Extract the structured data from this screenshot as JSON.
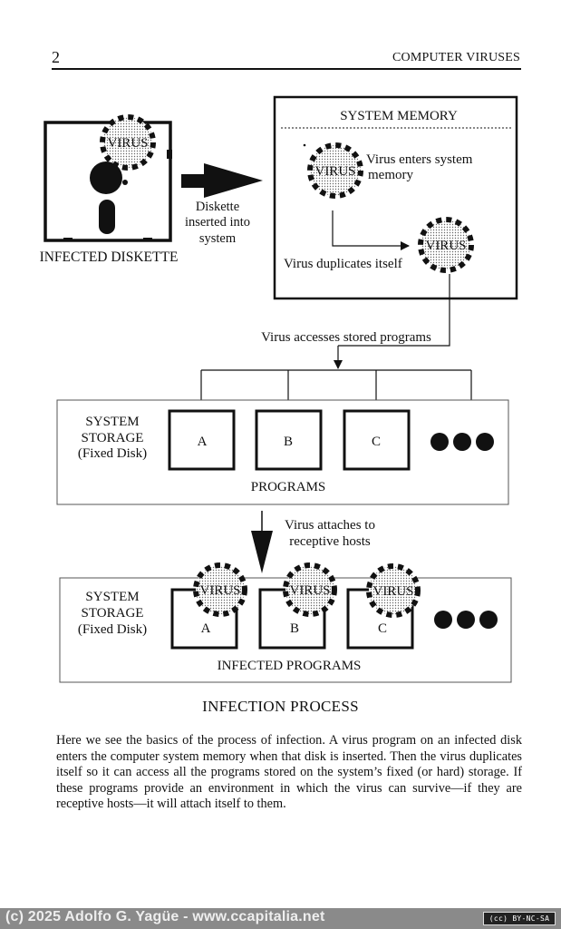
{
  "header": {
    "page_number": "2",
    "running_title": "COMPUTER VIRUSES"
  },
  "diagram": {
    "virus_label": "VIRUS",
    "diskette_label": "INFECTED DISKETTE",
    "insert_caption": [
      "Diskette",
      "inserted into",
      "system"
    ],
    "memory_title": "SYSTEM MEMORY",
    "enters_caption": [
      "Virus enters system",
      "memory"
    ],
    "duplicates_caption": "Virus duplicates itself",
    "accesses_caption": "Virus accesses stored programs",
    "storage_label": [
      "SYSTEM",
      "STORAGE",
      "(Fixed Disk)"
    ],
    "program_names": [
      "A",
      "B",
      "C"
    ],
    "programs_label": "PROGRAMS",
    "attaches_caption": [
      "Virus attaches to",
      "receptive hosts"
    ],
    "infected_programs_label": "INFECTED PROGRAMS"
  },
  "caption": "INFECTION PROCESS",
  "body": "Here we see the basics of the process of infection. A virus program on an infected disk enters the computer system memory when that disk is inserted. Then the virus duplicates itself so it can access all the programs stored on the system’s fixed (or hard) storage. If these programs provide an environment in which the virus can survive—if they are receptive hosts—it will attach itself to them.",
  "footer": {
    "credit": "(c) 2025 Adolfo G. Yagüe - www.ccapitalia.net",
    "license": "(cc) BY-NC-SA"
  }
}
